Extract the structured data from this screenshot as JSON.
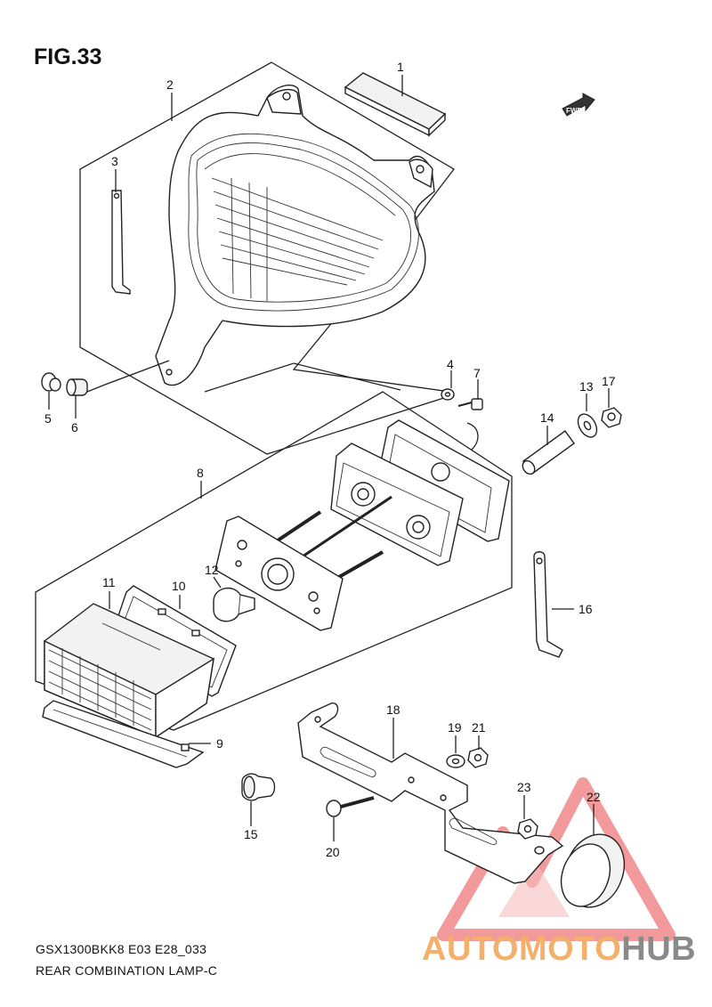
{
  "figure": {
    "title": "FIG.33",
    "model_code": "GSX1300BKK8 E03 E28_033",
    "section_name": "REAR COMBINATION LAMP-C",
    "fwd_label": "FWD"
  },
  "callouts": [
    {
      "id": "c1",
      "label": "1"
    },
    {
      "id": "c2",
      "label": "2"
    },
    {
      "id": "c3",
      "label": "3"
    },
    {
      "id": "c4",
      "label": "4"
    },
    {
      "id": "c5",
      "label": "5"
    },
    {
      "id": "c6",
      "label": "6"
    },
    {
      "id": "c7",
      "label": "7"
    },
    {
      "id": "c8",
      "label": "8"
    },
    {
      "id": "c9",
      "label": "9"
    },
    {
      "id": "c10",
      "label": "10"
    },
    {
      "id": "c11",
      "label": "11"
    },
    {
      "id": "c12",
      "label": "12"
    },
    {
      "id": "c13",
      "label": "13"
    },
    {
      "id": "c14",
      "label": "14"
    },
    {
      "id": "c15",
      "label": "15"
    },
    {
      "id": "c16",
      "label": "16"
    },
    {
      "id": "c17",
      "label": "17"
    },
    {
      "id": "c18",
      "label": "18"
    },
    {
      "id": "c19",
      "label": "19"
    },
    {
      "id": "c20",
      "label": "20"
    },
    {
      "id": "c21",
      "label": "21"
    },
    {
      "id": "c22",
      "label": "22"
    },
    {
      "id": "c23",
      "label": "23"
    }
  ],
  "watermark": {
    "part1": "AUTOMOTO",
    "part2": "HUB",
    "color_primary": "#f3b06a",
    "color_secondary": "#8a8a8a",
    "logo_color": "#e8474a"
  }
}
